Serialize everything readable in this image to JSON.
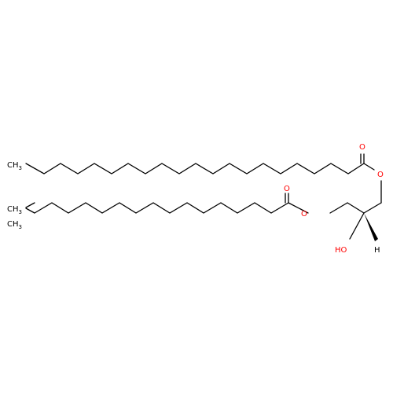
{
  "molecule": {
    "colors": {
      "carbon": "#000000",
      "oxygen": "#ff0000"
    },
    "labels": {
      "ch3_top": "CH",
      "ch3_top_sub": "3",
      "ch3_branch_a": "CH",
      "ch3_branch_a_sub": "3",
      "ch3_branch_b": "CH",
      "ch3_branch_b_sub": "3",
      "carbonyl_o_top": "O",
      "ester_o_top": "O",
      "carbonyl_o_bottom": "O",
      "ester_o_bottom": "O",
      "hydroxyl": "HO",
      "stereo_h": "H"
    }
  }
}
